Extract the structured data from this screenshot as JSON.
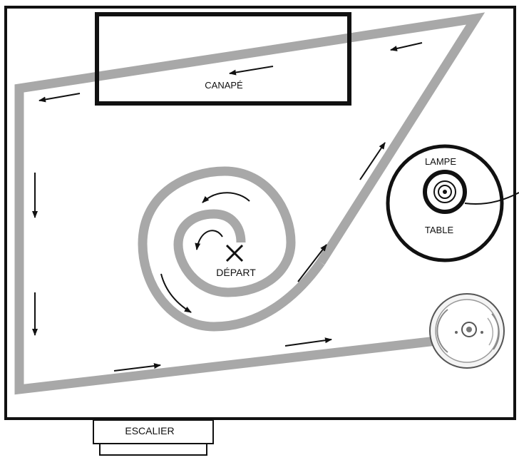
{
  "labels": {
    "sofa": "CANAPÉ",
    "lamp": "LAMPE",
    "table": "TABLE",
    "start": "DÉPART",
    "stairs": "ESCALIER"
  },
  "colors": {
    "wall": "#111111",
    "path": "#a8a8a8",
    "arrow": "#111111",
    "background": "#ffffff"
  },
  "icons": [
    "start-x-icon",
    "robot-vacuum-icon",
    "lamp-icon",
    "arrow-icon"
  ]
}
